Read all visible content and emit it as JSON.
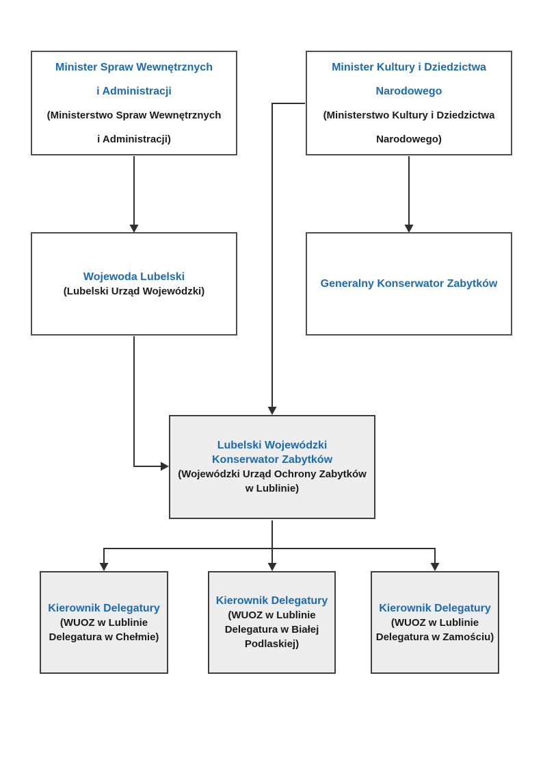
{
  "colors": {
    "accent_blue": "#1c6ab3",
    "text_black": "#1a1a1a",
    "box_fill_gray": "#ededed",
    "box_border": "#4e4e4e",
    "connector": "#2f2f2f"
  },
  "diagram": {
    "boxes": [
      {
        "name": "minister-mswia",
        "title1": "Minister Spraw Wewnętrznych",
        "title2": "i Administracji",
        "sub1": "(Ministerstwo Spraw Wewnętrznych",
        "sub2": "i Administracji)"
      },
      {
        "name": "minister-kidn",
        "title1": "Minister Kultury i Dziedzictwa",
        "title2": "Narodowego",
        "sub1": "(Ministerstwo Kultury i Dziedzictwa",
        "sub2": "Narodowego)"
      },
      {
        "name": "wojewoda-lubelski",
        "title1": "Wojewoda Lubelski",
        "sub1": "(Lubelski Urząd Wojewódzki)"
      },
      {
        "name": "generalny-konserwator-zabytkow",
        "title1": "Generalny Konserwator Zabytków"
      },
      {
        "name": "lubelski-wojewodzki-konserwator",
        "title1": "Lubelski Wojewódzki",
        "title2": "Konserwator Zabytków",
        "sub1": "(Wojewódzki Urząd Ochrony Zabytków",
        "sub2": "w Lublinie)"
      },
      {
        "name": "kierownik-delegatury-chelm",
        "title1": "Kierownik Delegatury",
        "sub1": "(WUOZ w Lublinie",
        "sub2": "Delegatura w Chełmie)"
      },
      {
        "name": "kierownik-delegatury-biala-podlaska",
        "title1": "Kierownik Delegatury",
        "sub1": "(WUOZ w Lublinie",
        "sub2": "Delegatura w Białej",
        "sub3": "Podlaskiej)"
      },
      {
        "name": "kierownik-delegatury-zamosc",
        "title1": "Kierownik Delegatury",
        "sub1": "(WUOZ w Lublinie",
        "sub2": "Delegatura w Zamościu)"
      }
    ],
    "edges": [
      {
        "from": "minister-mswia",
        "to": "wojewoda-lubelski"
      },
      {
        "from": "minister-kidn",
        "to": "generalny-konserwator-zabytkow"
      },
      {
        "from": "minister-kidn",
        "to": "lubelski-wojewodzki-konserwator"
      },
      {
        "from": "wojewoda-lubelski",
        "to": "lubelski-wojewodzki-konserwator"
      },
      {
        "from": "lubelski-wojewodzki-konserwator",
        "to": "kierownik-delegatury-chelm"
      },
      {
        "from": "lubelski-wojewodzki-konserwator",
        "to": "kierownik-delegatury-biala-podlaska"
      },
      {
        "from": "lubelski-wojewodzki-konserwator",
        "to": "kierownik-delegatury-zamosc"
      }
    ]
  }
}
